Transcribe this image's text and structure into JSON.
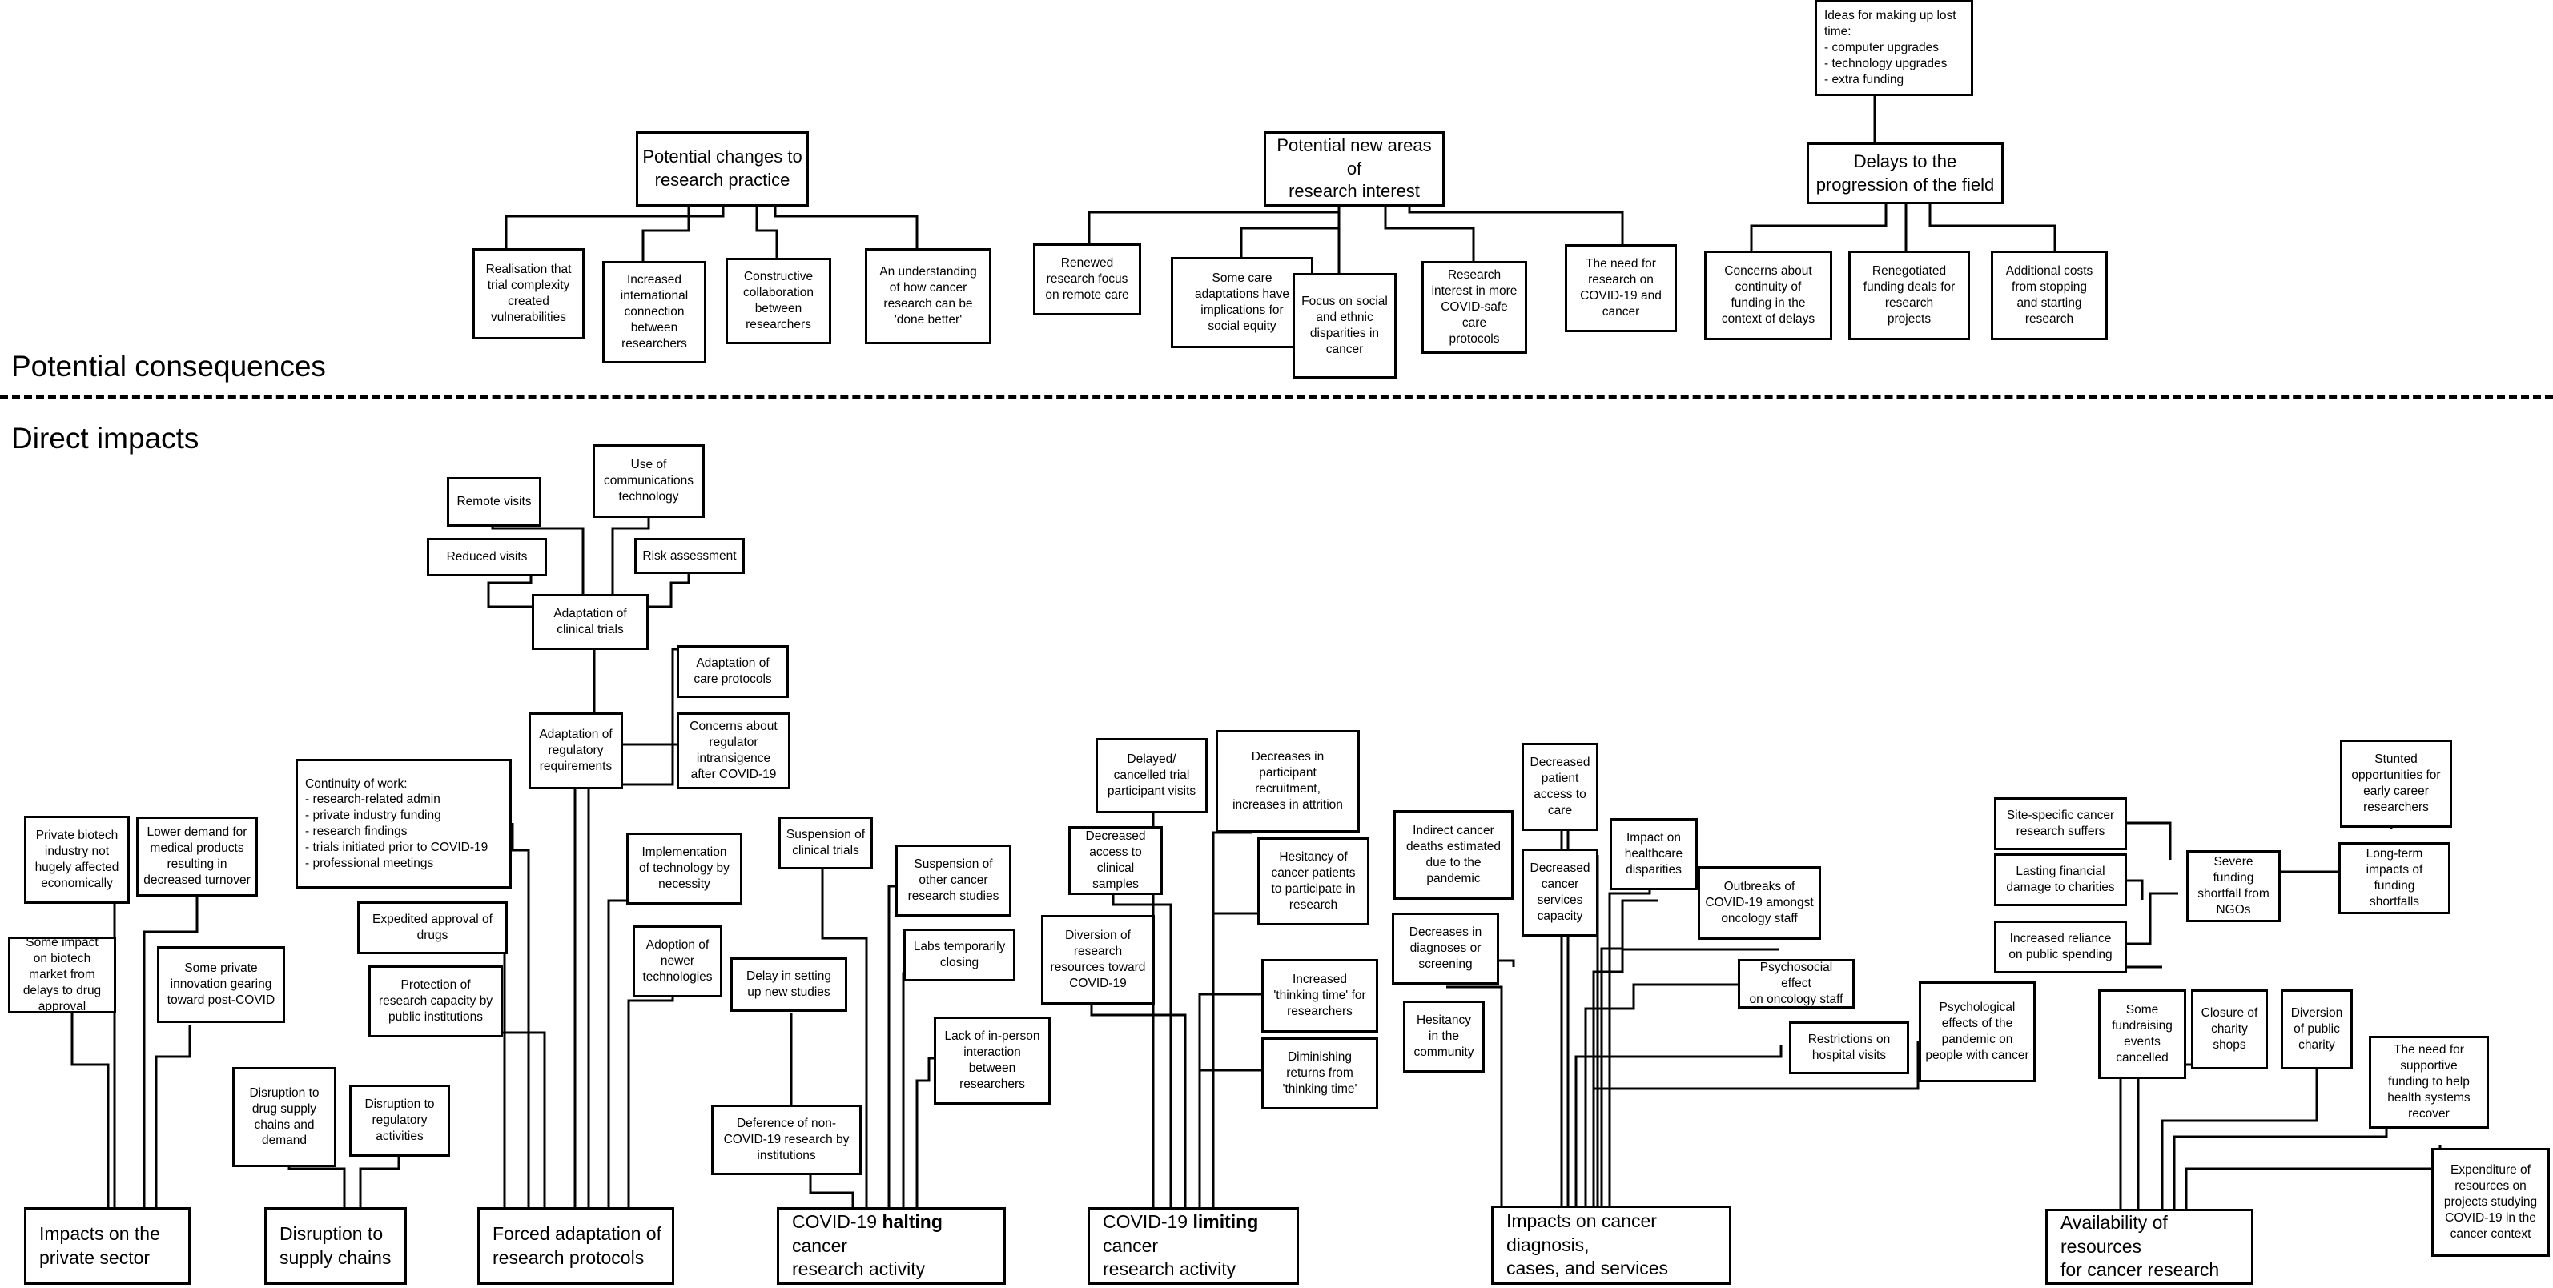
{
  "sections": {
    "potential_consequences": "Potential consequences",
    "direct_impacts": "Direct impacts"
  },
  "consequences": {
    "research_practice": {
      "title": "Potential changes to\nresearch practice",
      "children": [
        "Realisation that\ntrial complexity\ncreated\nvulnerabilities",
        "Increased\ninternational\nconnection\nbetween\nresearchers",
        "Constructive\ncollaboration\nbetween\nresearchers",
        "An understanding\nof how cancer\nresearch can be\n'done better'"
      ]
    },
    "new_areas": {
      "title": "Potential new areas of\nresearch interest",
      "children": [
        "Renewed\nresearch focus\non remote care",
        "Some care\nadaptations have\nimplications for\nsocial equity",
        "Focus on social\nand ethnic\ndisparities in\ncancer",
        "Research\ninterest in more\nCOVID-safe care\nprotocols",
        "The need for\nresearch on\nCOVID-19 and\ncancer"
      ]
    },
    "delays": {
      "title": "Delays to the\nprogression of the field",
      "ideas": "Ideas for making up lost time:\n- computer upgrades\n- technology upgrades\n- extra funding",
      "children": [
        "Concerns about\ncontinuity of\nfunding in the\ncontext of delays",
        "Renegotiated\nfunding deals for\nresearch\nprojects",
        "Additional costs\nfrom stopping\nand starting\nresearch"
      ]
    }
  },
  "private_sector": {
    "title": "Impacts on the\nprivate sector",
    "items": [
      "Private biotech\nindustry not\nhugely affected\neconomically",
      "Some impact\non biotech\nmarket from\ndelays to drug\napproval",
      "Lower demand for\nmedical products\nresulting in\ndecreased turnover",
      "Some private\ninnovation gearing\ntoward post-COVID"
    ]
  },
  "supply_chains": {
    "title": "Disruption to\nsupply chains",
    "items": [
      "Disruption to\ndrug supply\nchains and\ndemand",
      "Disruption to\nregulatory\nactivities"
    ]
  },
  "forced_adaptation": {
    "title": "Forced adaptation of\nresearch protocols",
    "clinical_trials": "Adaptation of\nclinical trials",
    "trial_items": [
      "Remote visits",
      "Use of\ncommunications\ntechnology",
      "Reduced visits",
      "Risk assessment"
    ],
    "regulatory": "Adaptation of\nregulatory\nrequirements",
    "care_protocols": "Adaptation of\ncare protocols",
    "regulator_concerns": "Concerns about\nregulator\nintransigence\nafter COVID-19",
    "continuity": "Continuity of work:\n- research-related admin\n- private industry funding\n- research findings\n- trials initiated prior to COVID-19\n- professional meetings",
    "implementation": "Implementation\nof technology by\nnecessity",
    "expedited": "Expedited approval of\ndrugs",
    "adoption": "Adoption of\nnewer\ntechnologies",
    "protection": "Protection of\nresearch capacity by\npublic institutions"
  },
  "halting": {
    "title_prefix": "COVID-19 ",
    "title_bold": "halting",
    "title_suffix": " cancer\nresearch activity",
    "items": [
      "Suspension of\nclinical trials",
      "Suspension of\nother cancer\nresearch studies",
      "Labs temporarily\nclosing",
      "Delay in setting\nup new studies",
      "Lack of in-person\ninteraction\nbetween\nresearchers",
      "Deference of non-\nCOVID-19 research by\ninstitutions"
    ]
  },
  "limiting": {
    "title_prefix": "COVID-19 ",
    "title_bold": "limiting",
    "title_suffix": " cancer\nresearch activity",
    "items": [
      "Delayed/\ncancelled trial\nparticipant visits",
      "Decreases in\nparticipant\nrecruitment,\nincreases in attrition",
      "Decreased\naccess to clinical\nsamples",
      "Hesitancy of\ncancer patients\nto participate in\nresearch",
      "Diversion of\nresearch\nresources toward\nCOVID-19",
      "Increased\n'thinking time' for\nresearchers",
      "Diminishing\nreturns from\n'thinking time'"
    ]
  },
  "diagnosis": {
    "title": "Impacts on cancer diagnosis,\ncases, and services",
    "items": [
      "Decreased\npatient\naccess to\ncare",
      "Indirect cancer\ndeaths estimated\ndue to the\npandemic",
      "Impact on\nhealthcare\ndisparities",
      "Decreased\ncancer\nservices\ncapacity",
      "Outbreaks of\nCOVID-19 amongst\noncology staff",
      "Decreases in\ndiagnoses or\nscreening",
      "Psychosocial effect\non oncology staff",
      "Hesitancy\nin the\ncommunity",
      "Restrictions on\nhospital visits",
      "Psychological\neffects of the\npandemic on\npeople with cancer"
    ]
  },
  "resources": {
    "title": "Availability of resources\nfor cancer research",
    "shortfall": "Severe funding\nshortfall from\nNGOs",
    "items": [
      "Stunted\nopportunities for\nearly career\nresearchers",
      "Site-specific cancer\nresearch suffers",
      "Long-term\nimpacts of funding\nshortfalls",
      "Lasting financial\ndamage to charities",
      "Increased reliance\non public spending",
      "Some\nfundraising\nevents\ncancelled",
      "Closure of\ncharity\nshops",
      "Diversion\nof public\ncharity",
      "The need for\nsupportive\nfunding to help\nhealth systems\nrecover",
      "Expenditure of\nresources on\nprojects studying\nCOVID-19 in the\ncancer context"
    ]
  }
}
